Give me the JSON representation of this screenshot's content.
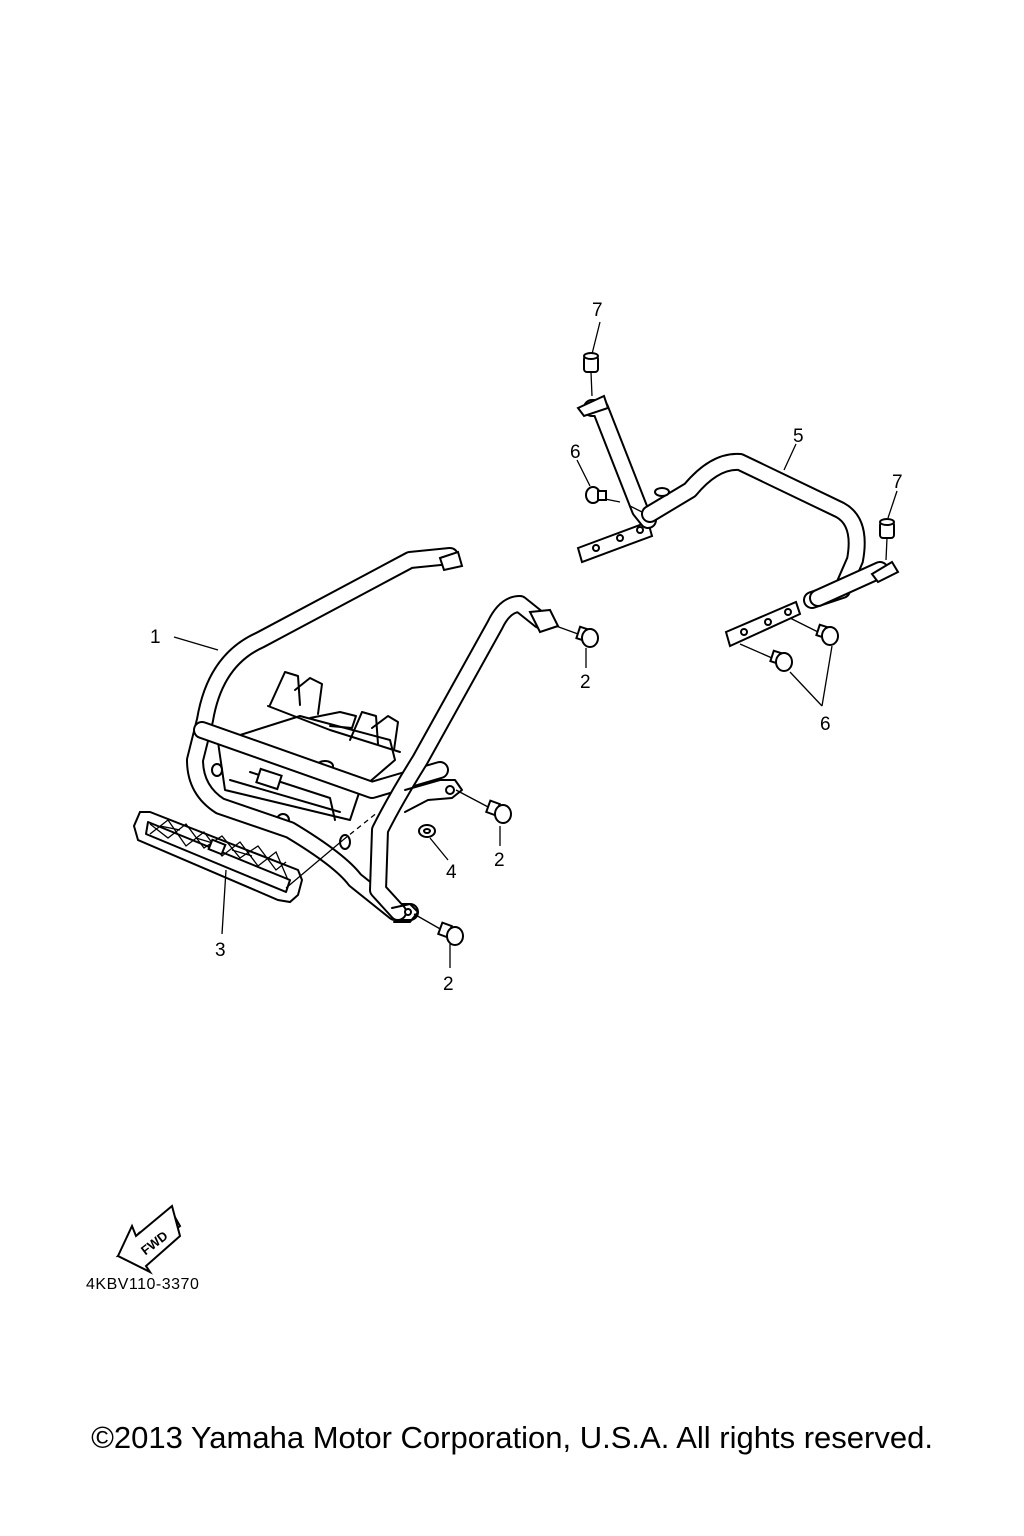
{
  "callouts": {
    "c1": "1",
    "c2a": "2",
    "c2b": "2",
    "c2c": "2",
    "c3": "3",
    "c4": "4",
    "c5": "5",
    "c6a": "6",
    "c6b": "6",
    "c7a": "7",
    "c7b": "7"
  },
  "fwd_label": "FWD",
  "drawing_code": "4KBV110-3370",
  "copyright": "©2013 Yamaha Motor Corporation, U.S.A. All rights reserved."
}
